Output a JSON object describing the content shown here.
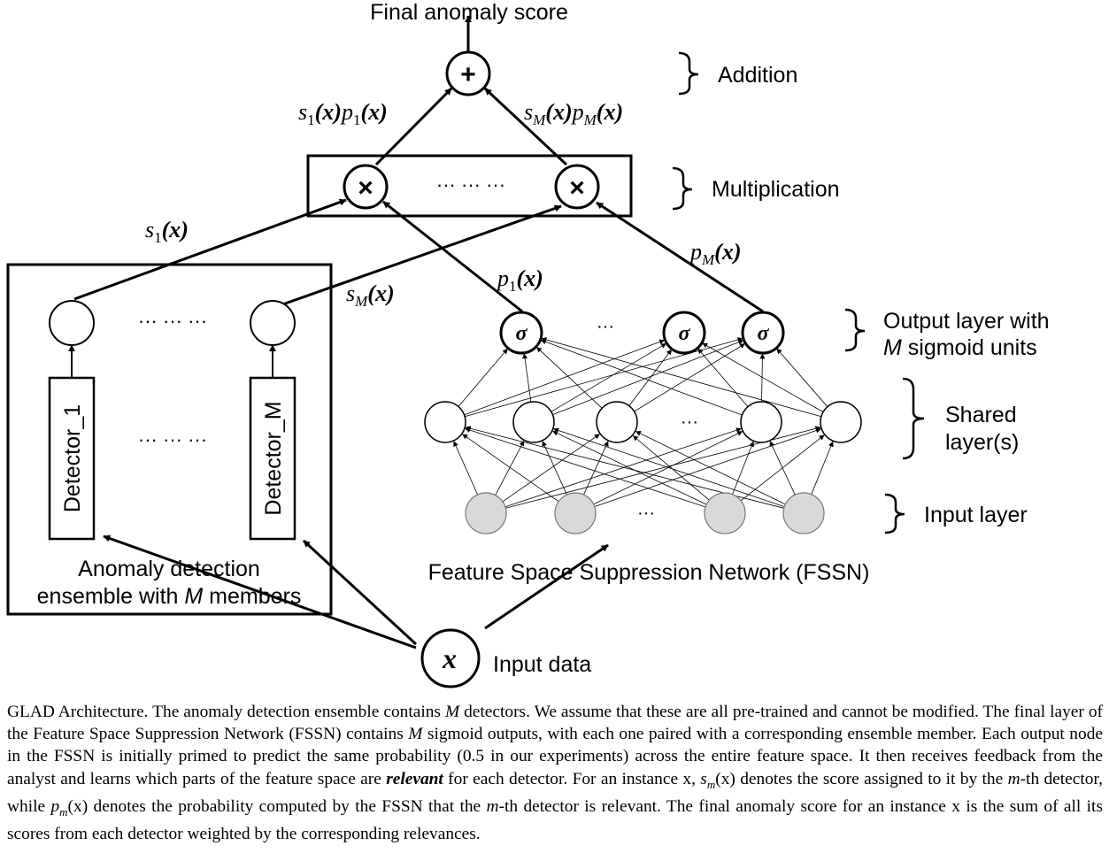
{
  "diagram": {
    "final_score": "Final anomaly score",
    "addition": "Addition",
    "multiplication": "Multiplication",
    "plus_sign": "+",
    "times_sign": "×",
    "sigma": "σ",
    "dots_wide": "··· ··· ···",
    "dots_short": "···",
    "output_layer_line1": "Output layer with",
    "output_layer_line2_var": "M",
    "output_layer_line2_rest": " sigmoid units",
    "shared_line1": "Shared",
    "shared_line2": "layer(s)",
    "input_layer": "Input layer",
    "detector_1": "Detector_1",
    "detector_m": "Detector_M",
    "ensemble_line1": "Anomaly detection",
    "ensemble_line2_pre": "ensemble with ",
    "ensemble_line2_var": "M",
    "ensemble_line2_post": " members",
    "fssn_label": "Feature Space Suppression Network (FSSN)",
    "input_data": "Input data",
    "input_var": "x",
    "math": {
      "s1p1": {
        "s": "s",
        "sub1": "1",
        "x1": "(x)",
        "p": "p",
        "sub2": "1",
        "x2": "(x)"
      },
      "smpm": {
        "s": "s",
        "sub1": "M",
        "x1": "(x)",
        "p": "p",
        "sub2": "M",
        "x2": "(x)"
      },
      "s1": {
        "s": "s",
        "sub": "1",
        "x": "(x)"
      },
      "sm": {
        "s": "s",
        "sub": "M",
        "x": "(x)"
      },
      "p1": {
        "p": "p",
        "sub": "1",
        "x": "(x)"
      },
      "pm": {
        "p": "p",
        "sub": "M",
        "x": "(x)"
      }
    }
  },
  "caption": {
    "part1": "GLAD Architecture. The anomaly detection ensemble contains ",
    "M1": "M",
    "part2": " detectors. We assume that these are all pre-trained and cannot be modified. The final layer of the Feature Space Suppression Network (FSSN) contains ",
    "M2": "M",
    "part3": " sigmoid outputs, with each one paired with a corresponding ensemble member. Each output node in the FSSN is initially primed to predict the same probability (0.5 in our experiments) across the entire feature space. It then receives feedback from the analyst and learns which parts of the feature space are ",
    "relevant": "relevant",
    "part4": " for each detector. For an instance x, ",
    "sm_s": "s",
    "sm_sub": "m",
    "sm_x": "(x)",
    "part5": " denotes the score assigned to it by the ",
    "m1": "m",
    "part6": "-th detector, while ",
    "pm_p": "p",
    "pm_sub": "m",
    "pm_x": "(x)",
    "part7": " denotes the probability computed by the FSSN that the ",
    "m2": "m",
    "part8": "-th detector is relevant. The final anomaly score for an instance x is the sum of all its scores from each detector weighted by the corresponding relevances."
  }
}
